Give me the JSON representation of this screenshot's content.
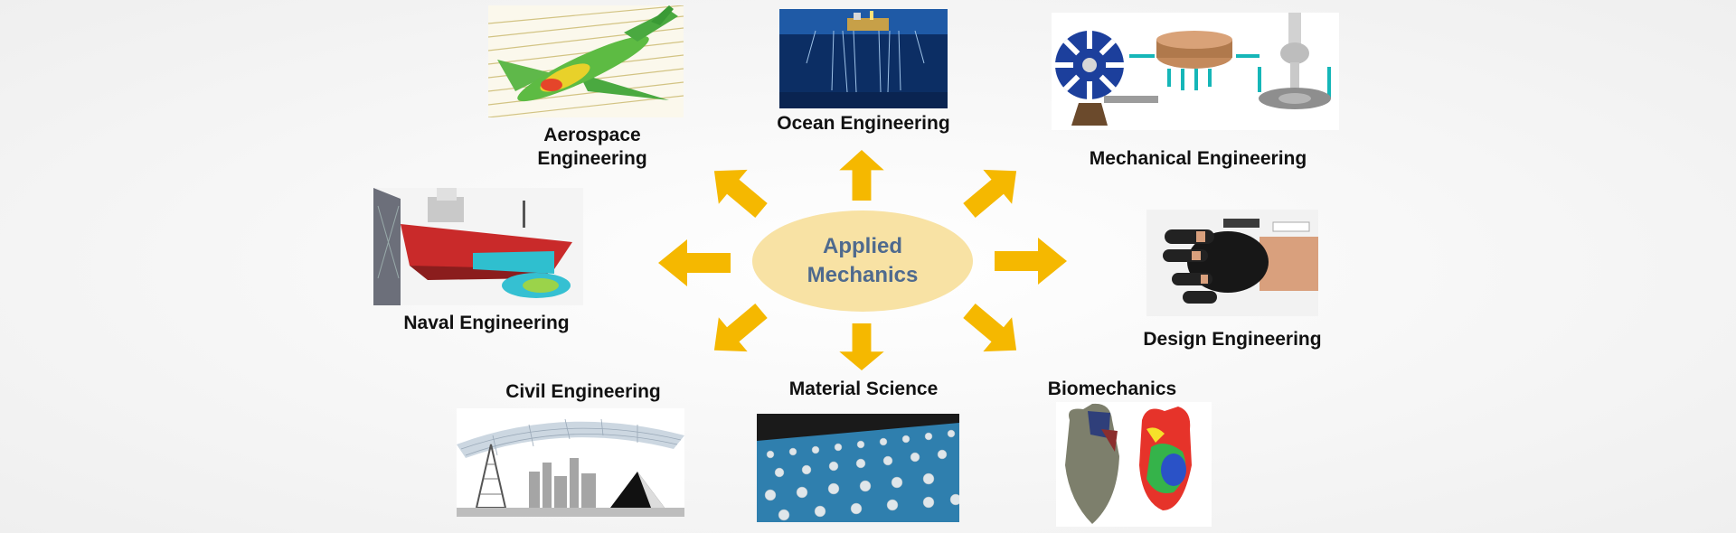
{
  "center": {
    "label": "Applied\nMechanics",
    "fill": "#f8e2a4",
    "text_color": "#4f6a8e"
  },
  "arrow_color": "#f5b800",
  "fields": {
    "aerospace": "Aerospace\nEngineering",
    "ocean": "Ocean Engineering",
    "mechanical": "Mechanical Engineering",
    "naval": "Naval  Engineering",
    "design": "Design Engineering",
    "civil": "Civil  Engineering",
    "material": "Material Science",
    "biomechanics": "Biomechanics"
  }
}
